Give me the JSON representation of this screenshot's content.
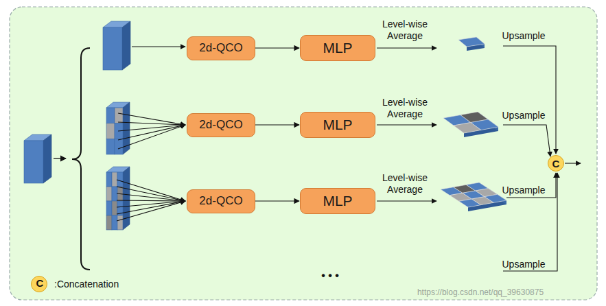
{
  "diagram": {
    "nodes": [
      {
        "text": [
          "2d-QCO"
        ]
      },
      {
        "text": [
          "MLP"
        ]
      },
      {
        "text": [
          "2d-QCO"
        ]
      },
      {
        "text": [
          "MLP"
        ]
      },
      {
        "text": [
          "2d-QCO"
        ]
      },
      {
        "text": [
          "MLP"
        ]
      },
      {
        "text": [
          "C"
        ]
      }
    ],
    "edges": [
      {
        "from": 0,
        "to": 1,
        "arrow": "to"
      },
      {
        "from": 2,
        "to": 3,
        "arrow": "to"
      },
      {
        "from": 4,
        "to": 5,
        "arrow": "to"
      }
    ],
    "labels": [
      "Level-wise Average",
      "Upsample",
      "Level-wise Average",
      "Upsample",
      "Level-wise Average",
      "Upsample",
      "Upsample",
      "• • •",
      "C",
      "https://blog.csdn.net/qq_39630875"
    ],
    "legend": [
      {
        "text": ":Concatenation",
        "color": "#fcd65c"
      }
    ]
  }
}
